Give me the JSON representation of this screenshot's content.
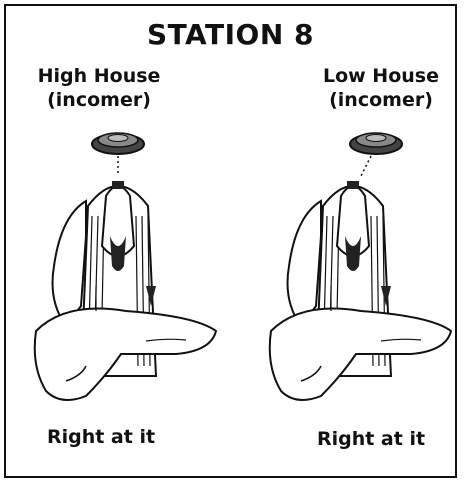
{
  "title": "STATION 8",
  "panels": [
    {
      "heading_line1": "High House",
      "heading_line2": "(incomer)",
      "caption": "Right at it",
      "illustration": "hand-holding-shotgun-clay-target"
    },
    {
      "heading_line1": "Low House",
      "heading_line2": "(incomer)",
      "caption": "Right at it",
      "illustration": "hand-holding-shotgun-clay-target"
    }
  ]
}
